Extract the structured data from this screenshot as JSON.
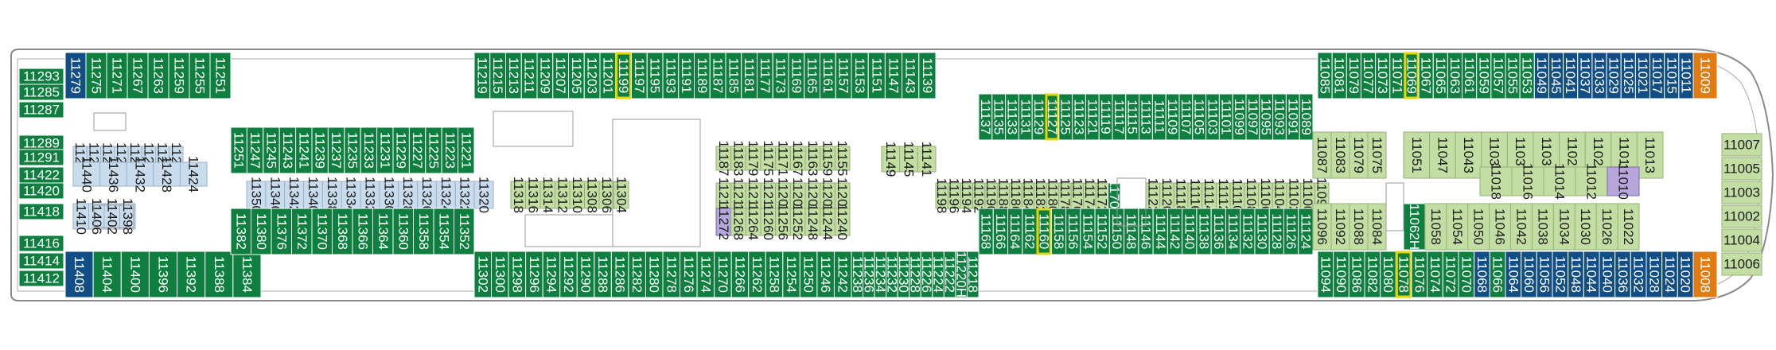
{
  "colors": {
    "suite": "#0e7f3f",
    "balcony": "#124e86",
    "interior": "#c2dea2",
    "oceanview": "#c8dcee",
    "accessible": "#b6a6dc",
    "forward": "#e07c12",
    "highlight": "#e6d600"
  },
  "stern_tower": [
    "11293",
    "11285",
    "11287",
    "11289",
    "11291",
    "11422",
    "11420",
    "11418",
    "11416",
    "11414",
    "11412"
  ],
  "aft_top": [
    "11279",
    "11275",
    "11271",
    "11267",
    "11263",
    "11259",
    "11255",
    "11251"
  ],
  "aft_inner_top": [
    "11281",
    "11277",
    "11273",
    "11269",
    "11265",
    "11261",
    "11257",
    "11253"
  ],
  "aft_inner_bottom": [
    "11440",
    "11436",
    "11432",
    "11428",
    "11424",
    "11410",
    "11406",
    "11402",
    "11398"
  ],
  "aft_bottom": [
    "11408",
    "11404",
    "11400",
    "11396",
    "11392",
    "11388",
    "11384"
  ],
  "mid_top": [
    "11219",
    "11215",
    "11213",
    "11211",
    "11209",
    "11207",
    "11205",
    "11203",
    "11201",
    "11199",
    "11197",
    "11195",
    "11193",
    "11191",
    "11189",
    "11187",
    "11185",
    "11181",
    "11177",
    "11173",
    "11169",
    "11165",
    "11161",
    "11157"
  ],
  "mid_inner_top": [
    "11251",
    "11247",
    "11245",
    "11243",
    "11241",
    "11239",
    "11237",
    "11235",
    "11233",
    "11231",
    "11229",
    "11227",
    "11225",
    "11223",
    "11221"
  ],
  "mid_interior_a": [
    "11350",
    "11346",
    "11342",
    "11340",
    "11338",
    "11334",
    "11332",
    "11330",
    "11328",
    "11326",
    "11324",
    "11322",
    "11320",
    "11318",
    "11316",
    "11314",
    "11312",
    "11310",
    "11308",
    "11306",
    "11304"
  ],
  "mid_interior_b": [
    "11187",
    "11183",
    "11179",
    "11175",
    "11171",
    "11167",
    "11163",
    "11159",
    "11155",
    "11216",
    "11214",
    "11212",
    "11210",
    "11208",
    "11206",
    "11204",
    "11202",
    "11200"
  ],
  "mid_inner_bottom": [
    "11382",
    "11380",
    "11376",
    "11372",
    "11370",
    "11368",
    "11366",
    "11364",
    "11360",
    "11358",
    "11354",
    "11352",
    "11272",
    "11268",
    "11264",
    "11260",
    "11256",
    "11252",
    "11248",
    "11244",
    "11240"
  ],
  "mid_bottom": [
    "11302",
    "11300",
    "11298",
    "11296",
    "11294",
    "11292",
    "11290",
    "11288",
    "11286",
    "11282",
    "11280",
    "11278",
    "11276",
    "11274",
    "11270",
    "11266",
    "11262",
    "11258",
    "11254",
    "11250",
    "11246",
    "11242"
  ],
  "fwd_mid_top": [
    "11153",
    "11151",
    "11147",
    "11143",
    "11139",
    "11137",
    "11135",
    "11133",
    "11131",
    "11129",
    "11127",
    "11125",
    "11123",
    "11121",
    "11119",
    "11117",
    "11115",
    "11113",
    "11111",
    "11109",
    "11107",
    "11105",
    "11103",
    "11101",
    "11099",
    "11097",
    "11095",
    "11093",
    "11091",
    "11089"
  ],
  "fwd_mid_interior": [
    "11149",
    "11145",
    "11141",
    "11198",
    "11196",
    "11194",
    "11192",
    "11190",
    "11188",
    "11186",
    "11184",
    "11182",
    "11180",
    "11178",
    "11176",
    "11174",
    "11172",
    "11170H",
    "11122",
    "11120",
    "11118",
    "11116",
    "11114",
    "11112",
    "11110",
    "11108",
    "11106",
    "11104",
    "11102",
    "11100",
    "11098"
  ],
  "fwd_mid_bottom": [
    "11238",
    "11236",
    "11234",
    "11232",
    "11230",
    "11228",
    "11226",
    "11224",
    "11222",
    "11220H",
    "11218",
    "11168",
    "11166",
    "11164",
    "11162",
    "11160",
    "11158",
    "11156",
    "11154",
    "11152",
    "11150",
    "11148",
    "11146",
    "11144",
    "11142",
    "11140",
    "11138",
    "11136",
    "11134",
    "11132",
    "11130",
    "11128",
    "11126",
    "11124"
  ],
  "fwd_top": [
    "11085",
    "11081",
    "11079",
    "11077",
    "11073",
    "11071",
    "11069",
    "11067",
    "11065",
    "11063",
    "11061",
    "11059",
    "11057",
    "11055",
    "11053",
    "11049",
    "11045",
    "11041",
    "11037",
    "11033",
    "11029",
    "11025",
    "11021",
    "11017",
    "11015",
    "11011"
  ],
  "fwd_inner_top": [
    "11087",
    "11083",
    "11079",
    "11075",
    "11051",
    "11047",
    "11043",
    "11039",
    "11035",
    "11031",
    "11027",
    "11023",
    "11019",
    "11013"
  ],
  "fwd_inner_bottom": [
    "11096",
    "11092",
    "11088",
    "11084",
    "11062H",
    "11058",
    "11054",
    "11050",
    "11046",
    "11042",
    "11038",
    "11034",
    "11030",
    "11026",
    "11022",
    "11018",
    "11016",
    "11014",
    "11012",
    "11010"
  ],
  "fwd_bottom": [
    "11094",
    "11090",
    "11086",
    "11082",
    "11080",
    "11078",
    "11076",
    "11074",
    "11072",
    "11070",
    "11068",
    "11066",
    "11064",
    "11060",
    "11056",
    "11052",
    "11048",
    "11044",
    "11040",
    "11036",
    "11032",
    "11028",
    "11024",
    "11020"
  ],
  "bow": [
    "11009",
    "11007",
    "11005",
    "11003",
    "11002",
    "11004",
    "11006",
    "11008"
  ]
}
